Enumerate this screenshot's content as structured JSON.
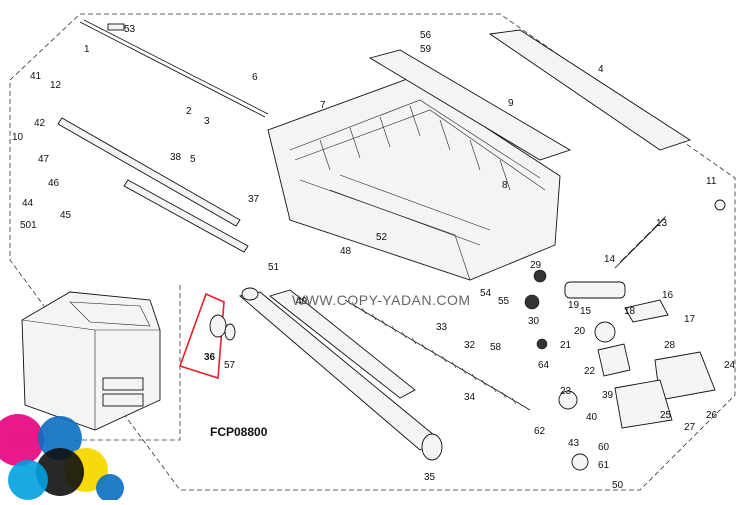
{
  "diagram": {
    "code": "FCP08800",
    "watermark": "WWW.COPY-YADAN.COM",
    "callouts": [
      "53",
      "1",
      "41",
      "12",
      "42",
      "10",
      "47",
      "46",
      "45",
      "44",
      "501",
      "38",
      "3",
      "2",
      "5",
      "6",
      "7",
      "37",
      "48",
      "52",
      "8",
      "9",
      "4",
      "56",
      "59",
      "11",
      "13",
      "14",
      "29",
      "30",
      "20",
      "18",
      "17",
      "16",
      "15",
      "21",
      "19",
      "22",
      "28",
      "24",
      "26",
      "25",
      "64",
      "62",
      "40",
      "51",
      "49",
      "33",
      "32",
      "54",
      "55",
      "58",
      "34",
      "36",
      "57",
      "35",
      "23",
      "60",
      "27",
      "61",
      "39",
      "43",
      "50"
    ],
    "colors": {
      "highlight": "#e8202a",
      "line": "#111111",
      "background": "#ffffff"
    }
  }
}
